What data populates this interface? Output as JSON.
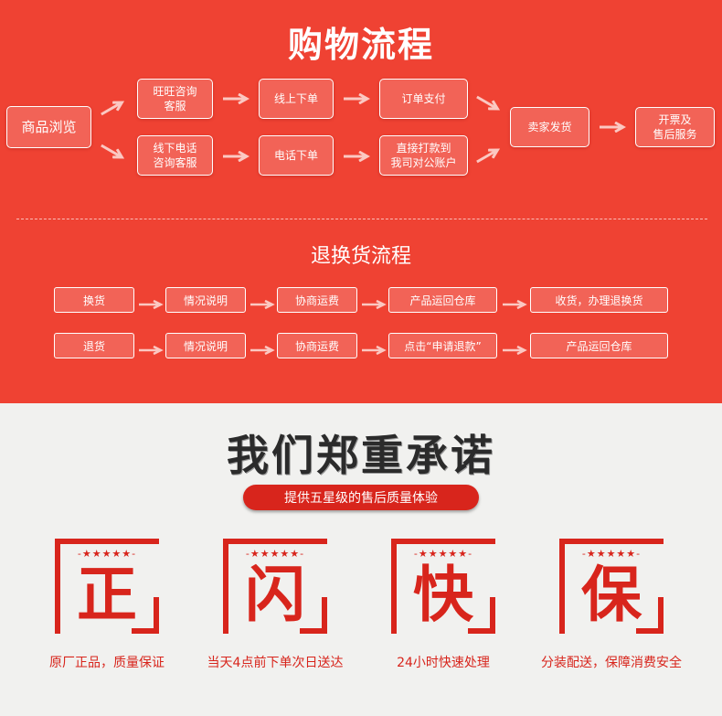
{
  "shopping": {
    "title": "购物流程",
    "browse": "商品浏览",
    "online_consult": "旺旺咨询\n客服",
    "online_order": "线上下单",
    "order_pay": "订单支付",
    "offline_consult": "线下电话\n咨询客服",
    "phone_order": "电话下单",
    "transfer": "直接打款到\n我司对公账户",
    "ship": "卖家发货",
    "invoice": "开票及\n售后服务"
  },
  "returns": {
    "title": "退换货流程",
    "exchange_row": [
      "换货",
      "情况说明",
      "协商运费",
      "产品运回仓库",
      "收货，办理退换货"
    ],
    "refund_row": [
      "退货",
      "情况说明",
      "协商运费",
      "点击“申请退款”",
      "产品运回仓库"
    ]
  },
  "promise": {
    "title": "我们郑重承诺",
    "banner": "提供五星级的售后质量体验",
    "stars": "-★★★★★-",
    "cards": [
      {
        "char": "正",
        "caption": "原厂正品，质量保证"
      },
      {
        "char": "闪",
        "caption": "当天4点前下单次日送达"
      },
      {
        "char": "快",
        "caption": "24小时快速处理"
      },
      {
        "char": "保",
        "caption": "分装配送，保障消费安全"
      }
    ]
  },
  "colors": {
    "brand_red": "#ef4233",
    "accent_red": "#d8251c"
  }
}
